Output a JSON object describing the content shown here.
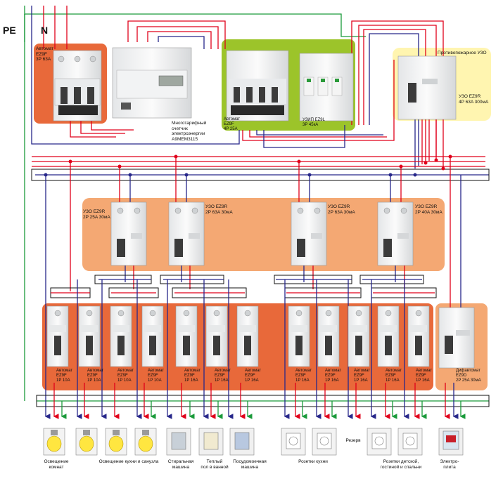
{
  "bus": {
    "pe": "PE",
    "n": "N"
  },
  "top": {
    "main_breaker": "Автомат\nEZ9F\n3P 63A",
    "meter": "Многотарифный\nсчетчик\nэлектроэнергии\nA9MEM3115",
    "green_breaker": "Автомат\nEZ9F\n4P 25A",
    "surge": "УЗИП EZ9L\n3P 45кА",
    "fire_rcd_title": "Противопожарное УЗО",
    "fire_rcd": "УЗО EZ9R\n4P 63A 300мА"
  },
  "rcds": [
    {
      "label": "УЗО EZ9R\n2P 25A 30мА"
    },
    {
      "label": "УЗО EZ9R\n2P 63A 30мА"
    },
    {
      "label": "УЗО EZ9R\n2P 63A 30мА"
    },
    {
      "label": "УЗО EZ9R\n2P 40A 30мА"
    }
  ],
  "breakers": [
    "Автомат\nEZ9F\n1P 10A",
    "Автомат\nEZ9F\n1P 10A",
    "Автомат\nEZ9F\n1P 10A",
    "Автомат\nEZ9F\n1P 10A",
    "Автомат\nEZ9F\n1P 16A",
    "Автомат\nEZ9F\n1P 16A",
    "Автомат\nEZ9F\n1P 16A",
    "Автомат\nEZ9F\n1P 16A",
    "Автомат\nEZ9F\n1P 16A",
    "Автомат\nEZ9F\n1P 16A",
    "Автомат\nEZ9F\n1P 16A",
    "Автомат\nEZ9F\n1P 16A"
  ],
  "difavtomat": "Дифавтомат\nEZ9D\n2P 25A 30мА",
  "loads": {
    "lighting_rooms": "Освещение\nкомнат",
    "lighting_kitchen": "Освещение кухни и санузла",
    "washer": "Стиральная\nмашина",
    "floor": "Теплый\nпол в ванной",
    "dishwasher": "Посудомоечная\nмашина",
    "kitchen_sockets": "Розетки кухни",
    "reserve": "Резерв",
    "room_sockets": "Розетки детской,\nгостиной и спальни",
    "stove": "Электро-\nплита"
  },
  "colors": {
    "phase": "#e0001a",
    "neutral": "#27278a",
    "pe": "#1a9a3a",
    "orange_box": "#f0a070",
    "orange_dark": "#e8693a",
    "green_box": "#9cc42a",
    "yellow_box": "#fff5b0"
  }
}
